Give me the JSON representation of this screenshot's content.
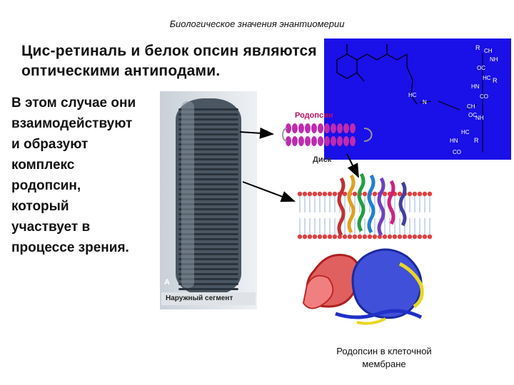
{
  "slide": {
    "title": "Биологическое значения энантиомерии",
    "heading_line1": "Цис-ретиналь и белок опсин являются",
    "heading_line2": "оптическими антиподами.",
    "body_lines": [
      "В этом случае они",
      "взаимодействуют",
      "и образуют",
      "комплекс",
      "родопсин,",
      "который",
      "участвует  в",
      "процессе зрения."
    ]
  },
  "chem": {
    "labels": [
      "R",
      "CH",
      "NH",
      "OC",
      "HC",
      "R",
      "HN",
      "CO",
      "HC",
      "N",
      "CH",
      "OC",
      "NH",
      "HC",
      "HN",
      "R",
      "CO"
    ]
  },
  "rod": {
    "letter": "A",
    "label": "Наружный сегмент"
  },
  "rhodopsin_diagram": {
    "title": "Родопсин",
    "disk_label": "Диск"
  },
  "caption": {
    "line1": "Родопсин в клеточной",
    "line2": "мембране"
  },
  "colors": {
    "chem_background": "#1a10e8",
    "helix_color": "#c02ab0",
    "protein_red": "#d0302a",
    "protein_blue": "#2030c8",
    "protein_yellow": "#e8d820"
  }
}
